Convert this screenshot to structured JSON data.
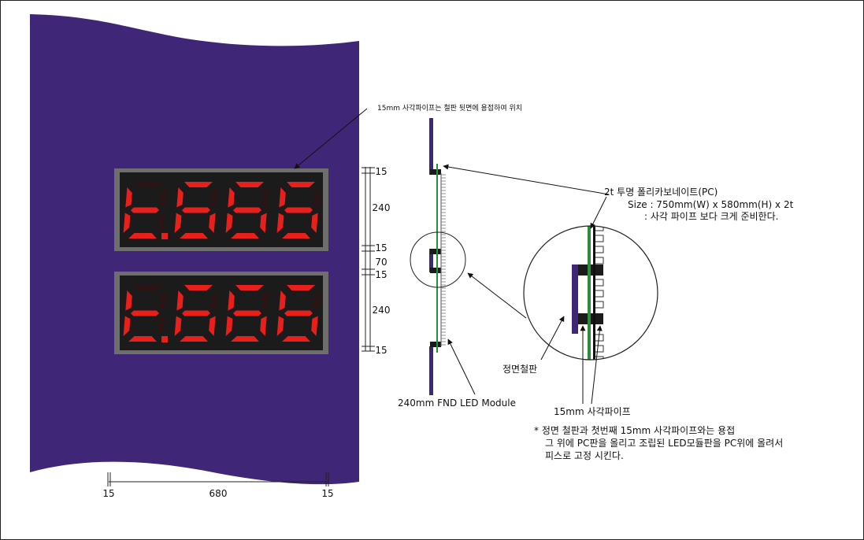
{
  "colors": {
    "panel": "#3f2677",
    "led_red": "#e8201c",
    "module_black": "#1b1b1b",
    "bar_gray": "#6e6e6e",
    "pc_green": "#2f8a3c",
    "line": "#222222"
  },
  "displays": [
    {
      "digits": [
        "t",
        "6",
        "6",
        "6"
      ],
      "dot_after": 0
    },
    {
      "digits": [
        "t",
        "6",
        "6",
        "6"
      ],
      "dot_after": 0
    }
  ],
  "dims_vertical": [
    "15",
    "240",
    "15",
    "70",
    "15",
    "240",
    "15"
  ],
  "dims_horizontal": [
    "15",
    "680",
    "15"
  ],
  "labels": {
    "pipe_note": "15mm 사각파이프는 철판 뒷면에 용접하여 위치",
    "pc_title": "2t 투명 폴리카보네이트(PC)",
    "pc_size": "Size : 750mm(W) x 580mm(H) x 2t",
    "pc_note": ": 사각 파이프 보다 크게 준비한다.",
    "front_plate": "정면철판",
    "module": "240mm FND LED Module",
    "square_pipe": "15mm 사각파이프",
    "note_line1": "* 정면 철판과 첫번째 15mm 사각파이프와는 용접",
    "note_line2": "그 위에 PC판을 올리고 조립된 LED모듈판을 PC위에 올려서",
    "note_line3": "피스로 고정 시킨다."
  }
}
